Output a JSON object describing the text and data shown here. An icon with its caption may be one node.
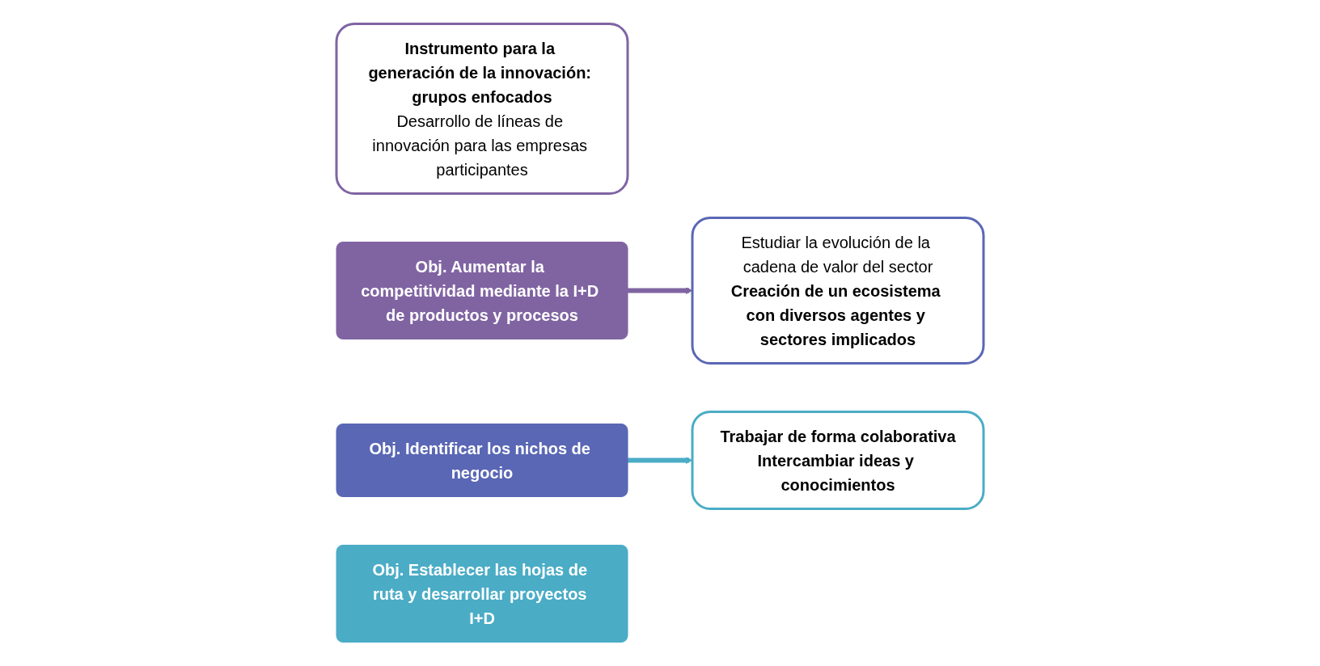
{
  "diagram": {
    "nodes": [
      {
        "text": [
          "Instrumento para la generación de la innovación: grupos enfocados",
          "Desarrollo de líneas de innovación para las empresas participantes"
        ]
      },
      {
        "text": [
          "Obj. Aumentar la competitividad mediante la I+D de productos y procesos"
        ]
      },
      {
        "text": [
          "Obj. Identificar los nichos de negocio"
        ]
      },
      {
        "text": [
          "Estudiar la evolución de la cadena de valor del sector",
          "Creación de un ecosistema con diversos agentes y sectores implicados"
        ]
      },
      {
        "text": [
          "Trabajar de forma colaborativa",
          "Intercambiar ideas y conocimientos"
        ]
      },
      {
        "text": [
          "Obj. Establecer las hojas de ruta y desarrollar proyectos I+D"
        ]
      }
    ],
    "edges": [
      {
        "from": 1,
        "to": 3,
        "arrow": "to",
        "color": "#8064a2"
      },
      {
        "from": 2,
        "to": 4,
        "arrow": "to",
        "color": "#4bacc6"
      }
    ]
  }
}
